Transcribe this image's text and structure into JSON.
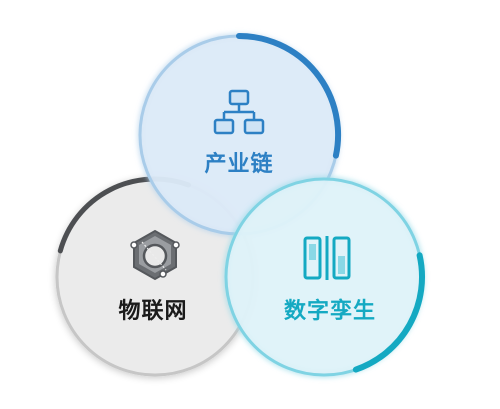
{
  "circles": {
    "industry_chain": {
      "label": "产业链",
      "icon": "network-hierarchy-icon",
      "color": "#2d80c4"
    },
    "iot": {
      "label": "物联网",
      "icon": "hex-nut-icon",
      "color": "#1b1b1b"
    },
    "digital_twin": {
      "label": "数字孪生",
      "icon": "twin-bars-icon",
      "color": "#14a9c2"
    }
  }
}
